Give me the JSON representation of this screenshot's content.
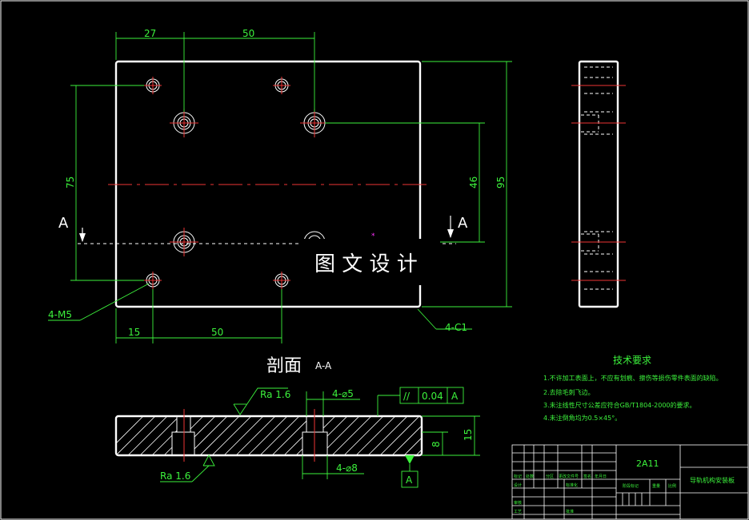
{
  "top_view": {
    "dims": {
      "d27": "27",
      "d50_top": "50",
      "d75": "75",
      "d46": "46",
      "d95": "95",
      "d15": "15",
      "d50_bottom": "50"
    },
    "section_letter_left": "A",
    "section_letter_right": "A",
    "thread_callout": "4-M5",
    "chamfer_callout": "4-C1"
  },
  "watermark": "图 文 设 计",
  "section": {
    "title": "剖面",
    "label": "A-A",
    "roughness_top": "Ra 1.6",
    "roughness_bottom": "Ra 1.6",
    "hole_small": "4-⌀5",
    "hole_large": "4-⌀8",
    "dim_8": "8",
    "dim_15": "15",
    "parallel_symbol": "//",
    "tolerance": "0.04",
    "datum_ref": "A",
    "datum_label": "A"
  },
  "technical_requirements": {
    "title": "技术要求",
    "items": [
      "1.不许加工表面上，不应有划痕、擦伤等损伤零件表面的缺陷。",
      "2.去除毛刺飞边。",
      "3.未注线性尺寸公差应符合GB/T1804-2000的要求。",
      "4.未注倒角均为0.5×45°。"
    ]
  },
  "title_block": {
    "material": "2A11",
    "part_name": "导轨机构安装板",
    "cells": [
      "标记",
      "处数",
      "分区",
      "更改文件号",
      "签名",
      "年月日",
      "设计",
      "标准化",
      "审核",
      "工艺",
      "批准",
      "阶段标记",
      "重量",
      "比例"
    ]
  },
  "colors": {
    "background": "#000000",
    "outline": "#ffffff",
    "dimension": "#3cf23c",
    "centerline": "#ee3333",
    "magenta": "#ff33ff"
  }
}
